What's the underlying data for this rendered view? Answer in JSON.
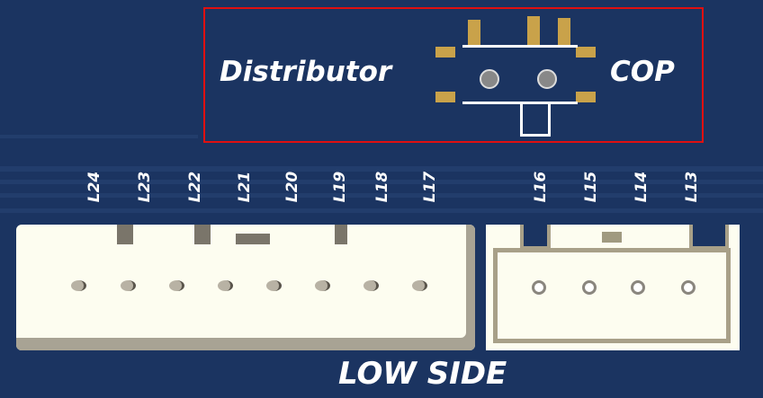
{
  "ignition": {
    "left_label": "Distributor",
    "right_label": "COP"
  },
  "connectors": {
    "large": {
      "pins": [
        "L24",
        "L23",
        "L22",
        "L21",
        "L20",
        "L19",
        "L18",
        "L17"
      ]
    },
    "small": {
      "pins": [
        "L16",
        "L15",
        "L14",
        "L13"
      ]
    }
  },
  "footer": {
    "label": "LOW SIDE"
  },
  "colors": {
    "board": "#1b3461",
    "highlight": "#e01010",
    "pad": "#c9a24a",
    "connector": "#fdfdf0"
  }
}
